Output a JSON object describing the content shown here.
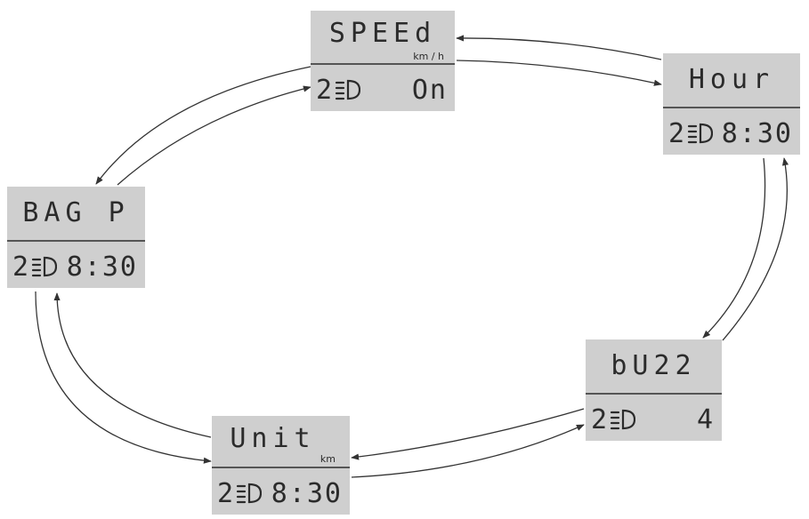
{
  "colors": {
    "panel_bg": "#cfcfcf",
    "lcd_text": "#2b2b2b",
    "arrow": "#333333"
  },
  "icons": {
    "lamp": "headlamp-icon"
  },
  "panels": {
    "speed": {
      "title": "SPEEd",
      "unit": "km / h",
      "level": "2",
      "value": "On"
    },
    "hour": {
      "title": "Hour",
      "level": "2",
      "value": "8:30"
    },
    "bag": {
      "title": "BAG P",
      "level": "2",
      "value": "8:30"
    },
    "buzz": {
      "title": "bU22",
      "level": "2",
      "value": "4"
    },
    "unit": {
      "title": "Unit",
      "unit": "km",
      "level": "2",
      "value": "8:30"
    }
  }
}
